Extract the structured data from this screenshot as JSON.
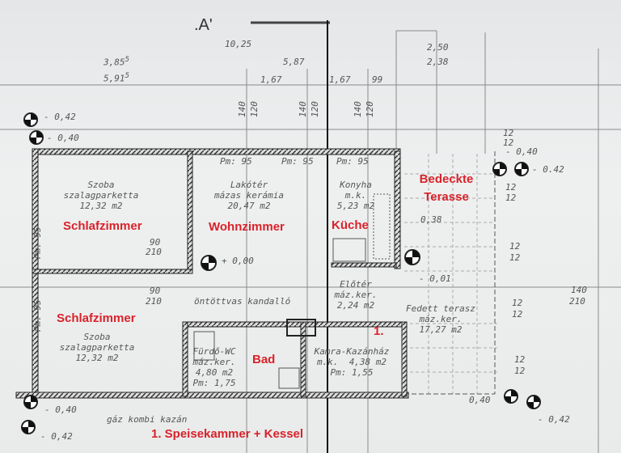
{
  "section_label": ".A'",
  "dimensions_top": {
    "total": "10,25",
    "left_a": "3,85",
    "left_a_sup": "5",
    "left_b": "5,91",
    "left_b_sup": "5",
    "mid": "5,87",
    "w1": "1,67",
    "w2": "1,67",
    "w3": "99",
    "right_a": "2,50",
    "right_b": "2,38",
    "window_heights": [
      "140",
      "120",
      "140",
      "120",
      "140",
      "120"
    ],
    "parapets": [
      "Pm: 95",
      "Pm: 95",
      "Pm: 95"
    ]
  },
  "levels": {
    "top_left_1": "- 0,42",
    "top_left_2": "- 0,40",
    "terrace_top_1": "- 0,40",
    "terrace_top_2": "- 0.42",
    "living": "+ 0,00",
    "kitchen_step": "- 0,01",
    "terrace_inner": "0,38",
    "bottom_left_1": "- 0,40",
    "bottom_left_2": "- 0,42",
    "bottom_right_1": "0,40",
    "bottom_right_2": "- 0,42"
  },
  "rooms": [
    {
      "name": "Szoba",
      "floor": "szalagparketta",
      "area": "12,32 m2",
      "label_de": "Schlafzimmer"
    },
    {
      "name": "Lakótér",
      "floor": "mázas kerámia",
      "area": "20,47 m2",
      "label_de": "Wohnzimmer"
    },
    {
      "name": "Konyha",
      "floor": "m.k.",
      "area": "5,23 m2",
      "label_de": "Küche"
    },
    {
      "name": "",
      "floor": "",
      "area": "",
      "label_de": "Bedeckte Terasse"
    },
    {
      "name": "Szoba",
      "floor": "szalagparketta",
      "area": "12,32 m2",
      "label_de": "Schlafzimmer"
    },
    {
      "name": "Előtér",
      "floor": "máz.ker.",
      "area": "2,24 m2",
      "label_de": ""
    },
    {
      "name": "Fedett terasz",
      "floor": "máz.ker.",
      "area": "17,27 m2",
      "label_de": ""
    },
    {
      "name": "Fürdő-WC",
      "floor": "máz.ker.",
      "area": "4,80 m2",
      "parapet": "Pm: 1,75",
      "label_de": "Bad"
    },
    {
      "name": "Kamra-Kazánház",
      "floor": "m.k.",
      "area": "4,38 m2",
      "parapet": "Pm: 1,55",
      "label_de": "1."
    }
  ],
  "door_sizes": {
    "d1_w": "90",
    "d1_h": "210",
    "d2_w": "90",
    "d2_h": "210",
    "d3_w": "140",
    "d3_h": "210"
  },
  "terrace_posts": [
    "12",
    "12",
    "12",
    "12",
    "12",
    "12",
    "12",
    "12",
    "12",
    "12"
  ],
  "side_parapet_1": "Pm: 95",
  "side_parapet_2": "Pm: 95",
  "notes": {
    "fireplace": "öntöttvas kandalló",
    "boiler": "gáz kombi kazán",
    "legend_de": "1. Speisekammer + Kessel"
  },
  "colors": {
    "annotation_red": "#d9222a",
    "wall": "#2a2a2a",
    "line": "#777777"
  }
}
